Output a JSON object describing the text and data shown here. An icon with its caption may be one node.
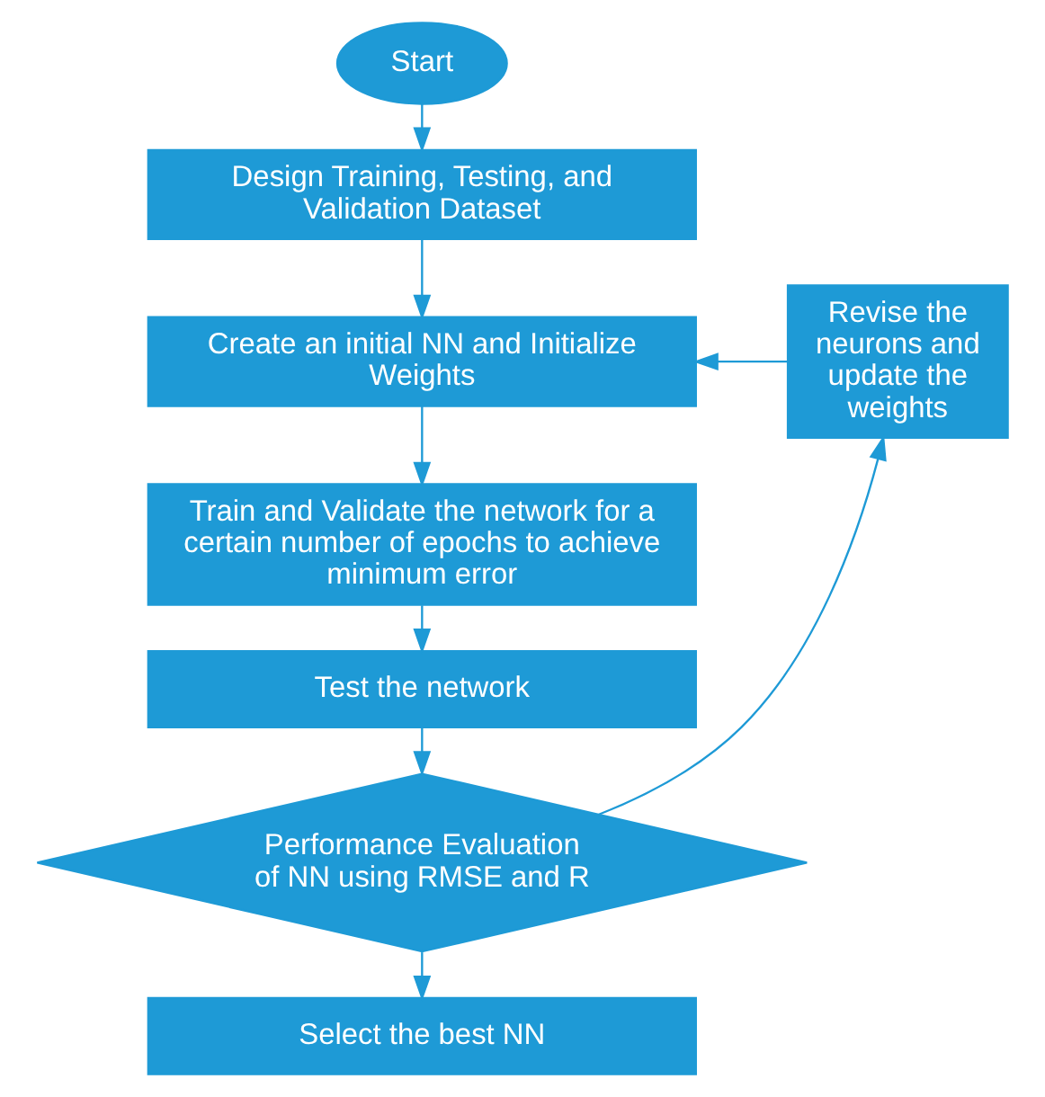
{
  "diagram": {
    "nodes": [
      {
        "text": [
          "Start"
        ]
      },
      {
        "text": [
          "Design Training, Testing, and Validation Dataset"
        ]
      },
      {
        "text": [
          "Create an initial NN and Initialize Weights"
        ]
      },
      {
        "text": [
          "Train and Validate the network for a certain number of epochs to achieve minimum error"
        ]
      },
      {
        "text": [
          "Test the network"
        ]
      },
      {
        "text": [
          "Performance Evaluation of NN using RMSE and R"
        ]
      },
      {
        "text": [
          "Select the best NN"
        ]
      },
      {
        "text": [
          "Revise the neurons and update the weights"
        ]
      }
    ],
    "edges": [
      {
        "from": 0,
        "to": 1,
        "arrow": "to"
      },
      {
        "from": 1,
        "to": 2,
        "arrow": "to"
      },
      {
        "from": 2,
        "to": 3,
        "arrow": "to"
      },
      {
        "from": 3,
        "to": 4,
        "arrow": "to"
      },
      {
        "from": 4,
        "to": 5,
        "arrow": "to"
      },
      {
        "from": 5,
        "to": 6,
        "arrow": "to"
      },
      {
        "from": 5,
        "to": 7,
        "arrow": "to"
      },
      {
        "from": 7,
        "to": 2,
        "arrow": "to"
      }
    ]
  }
}
